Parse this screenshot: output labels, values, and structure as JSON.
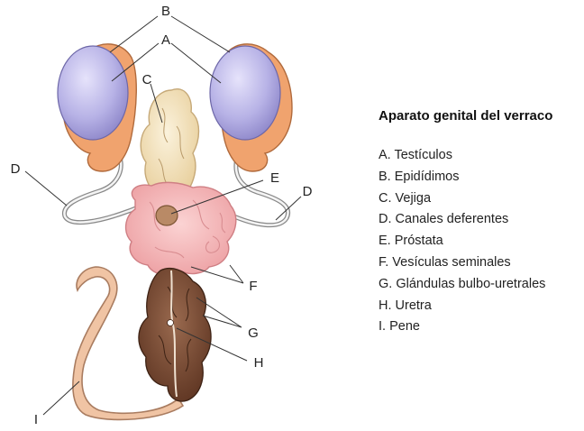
{
  "legend": {
    "title": "Aparato genital del verraco",
    "items": [
      "A. Testículos",
      "B. Epidídimos",
      "C. Vejiga",
      "D. Canales deferentes",
      "E. Próstata",
      "F. Vesículas seminales",
      "G. Glándulas bulbo-uretrales",
      "H. Uretra",
      "I. Pene"
    ]
  },
  "labels": {
    "a": "A",
    "b": "B",
    "c": "C",
    "d_left": "D",
    "d_right": "D",
    "e": "E",
    "f": "F",
    "g": "G",
    "h": "H",
    "i": "I"
  },
  "colors": {
    "testicle": "#b7b2e6",
    "epididymis": "#f0a36e",
    "bladder": "#f3e0b8",
    "seminal_vesicles": "#f4b6b8",
    "prostate": "#b98a66",
    "bulbourethral_glands": "#7a4a32",
    "penis": "#f0c4a4"
  }
}
